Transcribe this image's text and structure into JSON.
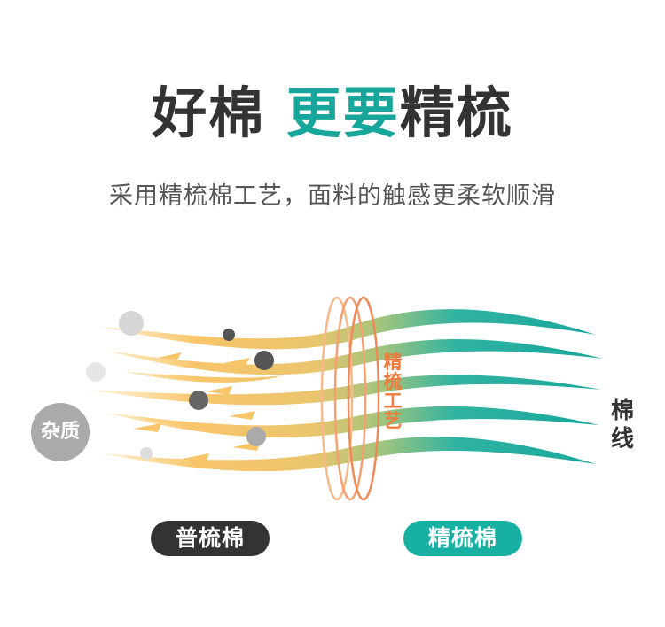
{
  "headline": {
    "part1": "好棉 ",
    "part2": "更要",
    "part3": "精梳"
  },
  "subtitle": "采用精梳棉工艺，面料的触感更柔软顺滑",
  "labels": {
    "impurity": "杂质",
    "process": "精梳工艺",
    "fiber": "棉线"
  },
  "buttons": {
    "regular": "普梳棉",
    "combed": "精梳棉"
  },
  "colors": {
    "accent": "#17a69b",
    "dark": "#333333",
    "yellow": "#f9c56a",
    "orange": "#f07a3a"
  }
}
